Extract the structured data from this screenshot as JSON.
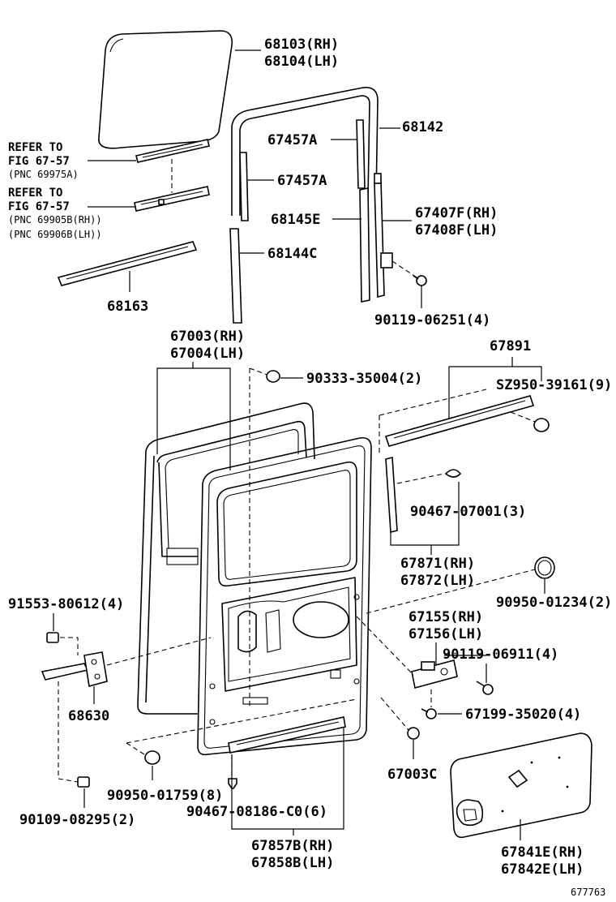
{
  "diagram_id": "677763",
  "labels": {
    "glass_rh": "68103(RH)",
    "glass_lh": "68104(LH)",
    "run": "68142",
    "ch_a1": "67457A",
    "ch_a2": "67457A",
    "div_e": "68145E",
    "div_f_rh": "67407F(RH)",
    "div_f_lh": "67408F(LH)",
    "div_c": "68144C",
    "bolt_1": "90119-06251(4)",
    "belt": "68163",
    "ref1_a": "REFER TO",
    "ref1_b": "FIG 67-57",
    "ref1_c": "(PNC 69975A)",
    "ref2_a": "REFER TO",
    "ref2_b": "FIG 67-57",
    "ref2_c": "(PNC 69905B(RH))",
    "ref2_d": "(PNC 69906B(LH))",
    "panel_rh": "67003(RH)",
    "panel_lh": "67004(LH)",
    "plug_1": "90333-35004(2)",
    "ws": "67891",
    "sz": "SZ950-39161(9)",
    "clip_1": "90467-07001(3)",
    "ws_rh": "67871(RH)",
    "ws_lh": "67872(LH)",
    "hole_plug": "90950-01234(2)",
    "bolt_2": "91553-80612(4)",
    "hinge_rh": "67155(RH)",
    "hinge_lh": "67156(LH)",
    "bolt_3": "90119-06911(4)",
    "check": "68630",
    "bolt_4": "67199-35020(4)",
    "plug_c": "67003C",
    "plug_2": "90950-01759(8)",
    "clip_2": "90467-08186-C0(6)",
    "bolt_5": "90109-08295(2)",
    "sill_rh": "67857B(RH)",
    "sill_lh": "67858B(LH)",
    "trim_rh": "67841E(RH)",
    "trim_lh": "67842E(LH)",
    "footer": "677763"
  }
}
